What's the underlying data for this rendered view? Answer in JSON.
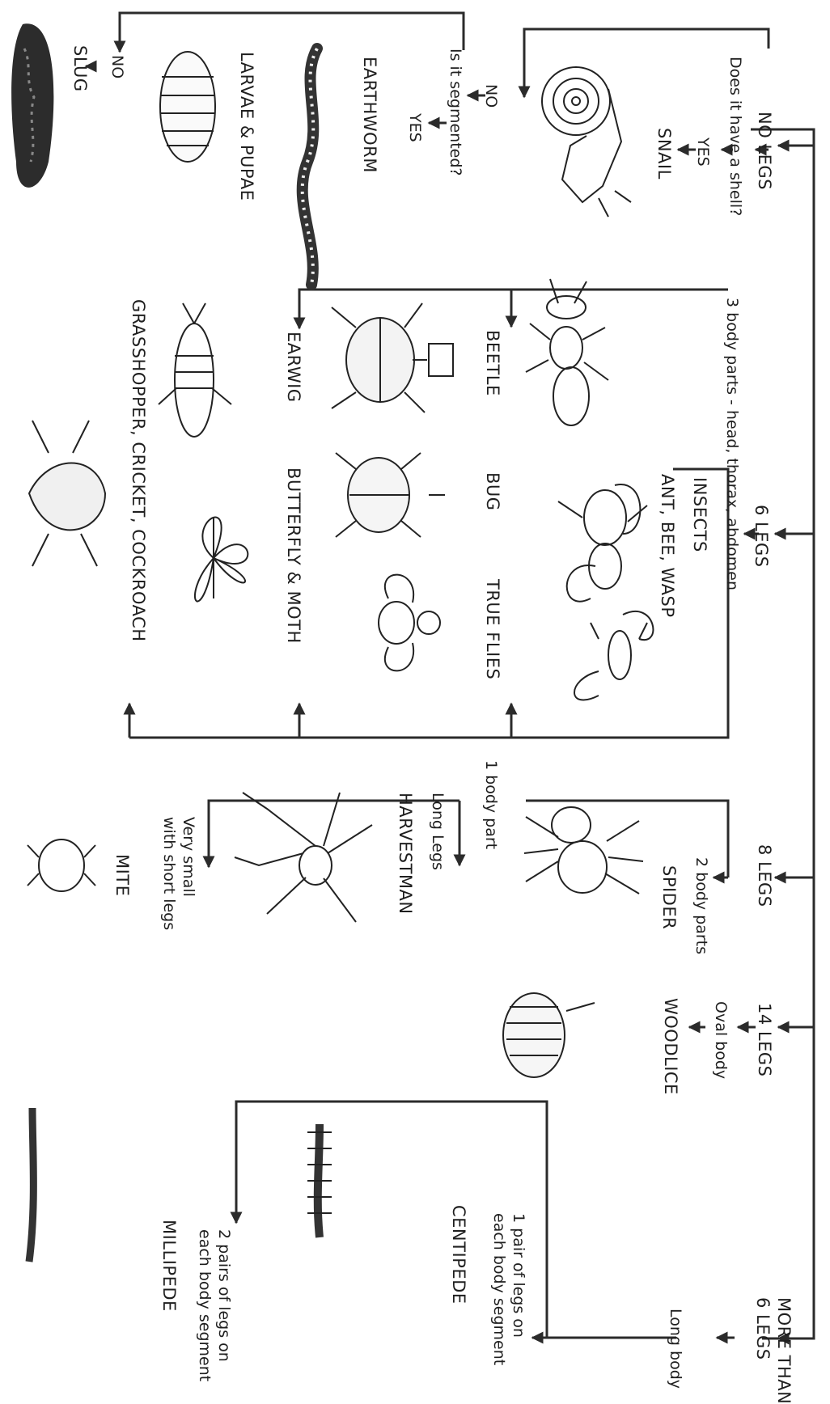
{
  "key": {
    "groups": {
      "no_legs": "NO LEGS",
      "six_legs": "6 LEGS",
      "eight_legs": "8 LEGS",
      "fourteen_legs": "14 LEGS",
      "more_than_six": "MORE THAN\n6 LEGS"
    },
    "questions": {
      "shell": "Does it have a shell?",
      "segmented": "Is it segmented?",
      "insect_parts": "3 body parts - head, thorax, abdomen",
      "spider_parts": "2 body parts",
      "one_body_part": "1 body part",
      "oval_body": "Oval body",
      "long_body": "Long body",
      "long_legs": "Long Legs",
      "very_small": "Very small\nwith short legs",
      "one_pair": "1 pair of legs on\neach body segment",
      "two_pairs": "2 pairs of legs on\neach body segment"
    },
    "answers": {
      "yes_shell": "YES",
      "no_shell": "NO",
      "yes_segmented": "YES",
      "no_segmented": "NO"
    },
    "animals": {
      "snail": "SNAIL",
      "earthworm": "EARTHWORM",
      "larvae": "LARVAE & PUPAE",
      "slug": "SLUG",
      "insects": "INSECTS",
      "ant_bee_wasp": "ANT, BEE, WASP",
      "beetle": "BEETLE",
      "bug": "BUG",
      "true_flies": "TRUE FLIES",
      "earwig": "EARWIG",
      "butterfly": "BUTTERFLY & MOTH",
      "grasshopper": "GRASSHOPPER, CRICKET, COCKROACH",
      "spider": "SPIDER",
      "harvestman": "HARVESTMAN",
      "mite": "MITE",
      "woodlice": "WOODLICE",
      "centipede": "CENTIPEDE",
      "millipede": "MILLIPEDE"
    },
    "icons": [
      "snail-icon",
      "earthworm-icon",
      "larva-icon",
      "slug-icon",
      "ant-icon",
      "bee-icon",
      "wasp-icon",
      "beetle-icon",
      "bug-icon",
      "fly-icon",
      "earwig-icon",
      "butterfly-icon",
      "grasshopper-icon",
      "spider-icon",
      "harvestman-icon",
      "mite-icon",
      "woodlouse-icon",
      "centipede-icon",
      "millipede-icon"
    ]
  }
}
